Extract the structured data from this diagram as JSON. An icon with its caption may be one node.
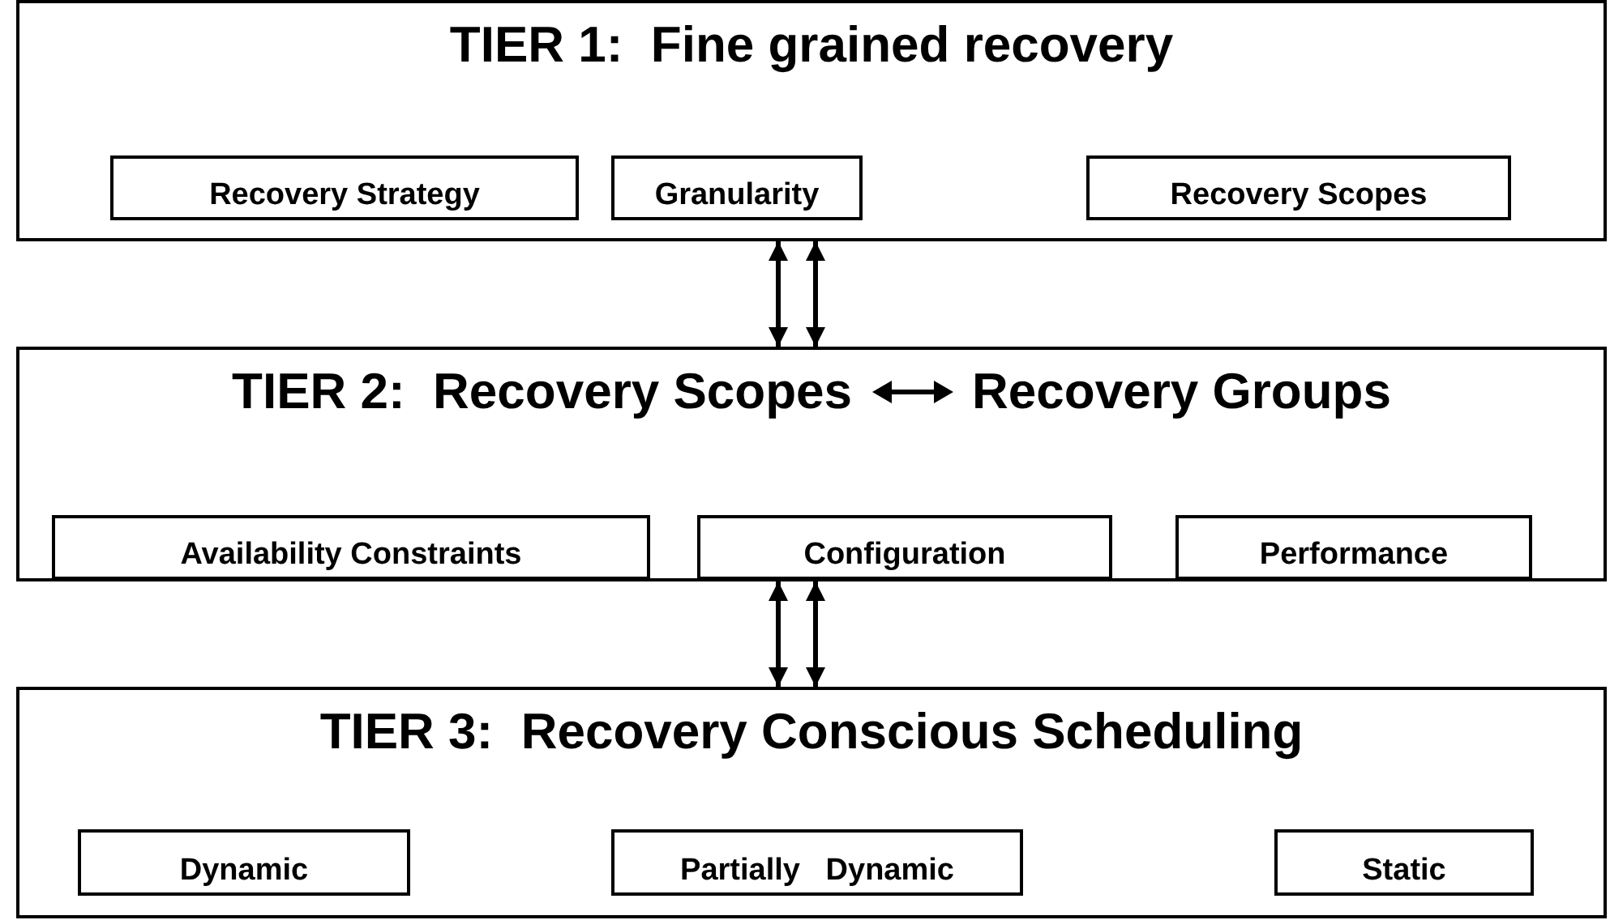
{
  "diagram": {
    "nodes": [
      {
        "text": [
          "TIER 1:  Fine grained recovery"
        ]
      },
      {
        "text": [
          "Recovery Strategy"
        ],
        "in": 0
      },
      {
        "text": [
          "Granularity"
        ],
        "in": 0
      },
      {
        "text": [
          "Recovery Scopes"
        ],
        "in": 0
      },
      {
        "text": [
          "TIER 2:  Recovery Scopes",
          "Recovery Groups"
        ]
      },
      {
        "text": [
          "Availability Constraints"
        ],
        "in": 4
      },
      {
        "text": [
          "Configuration"
        ],
        "in": 4
      },
      {
        "text": [
          "Performance"
        ],
        "in": 4
      },
      {
        "text": [
          "TIER 3:  Recovery Conscious Scheduling"
        ]
      },
      {
        "text": [
          "Dynamic"
        ],
        "in": 8
      },
      {
        "text": [
          "Partially   Dynamic"
        ],
        "in": 8
      },
      {
        "text": [
          "Static"
        ],
        "in": 8
      }
    ],
    "edges": [
      {
        "from": 0,
        "to": 4,
        "arrow": "both"
      },
      {
        "from": 0,
        "to": 4,
        "arrow": "both"
      },
      {
        "from": 4,
        "to": 8,
        "arrow": "both"
      },
      {
        "from": 4,
        "to": 8,
        "arrow": "both"
      }
    ]
  }
}
